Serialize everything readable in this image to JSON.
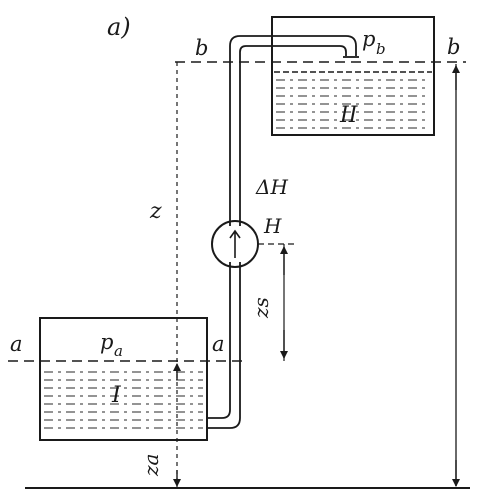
{
  "panel_label": "a)",
  "tanks": {
    "lower": {
      "pressure_label": "p",
      "pressure_sub": "a",
      "roman_label": "I"
    },
    "upper": {
      "pressure_label": "p",
      "pressure_sub": "b",
      "roman_label": "II"
    }
  },
  "levels": {
    "a_left": "a",
    "a_right": "a",
    "b_left": "b",
    "b_right": "b"
  },
  "pump": {
    "label": "H",
    "head_loss_label": "ΔH"
  },
  "dimensions": {
    "z": "z",
    "zs": "zs",
    "za": "za"
  },
  "colors": {
    "ink": "#1a1a1a",
    "water_hatch": "#555555"
  }
}
